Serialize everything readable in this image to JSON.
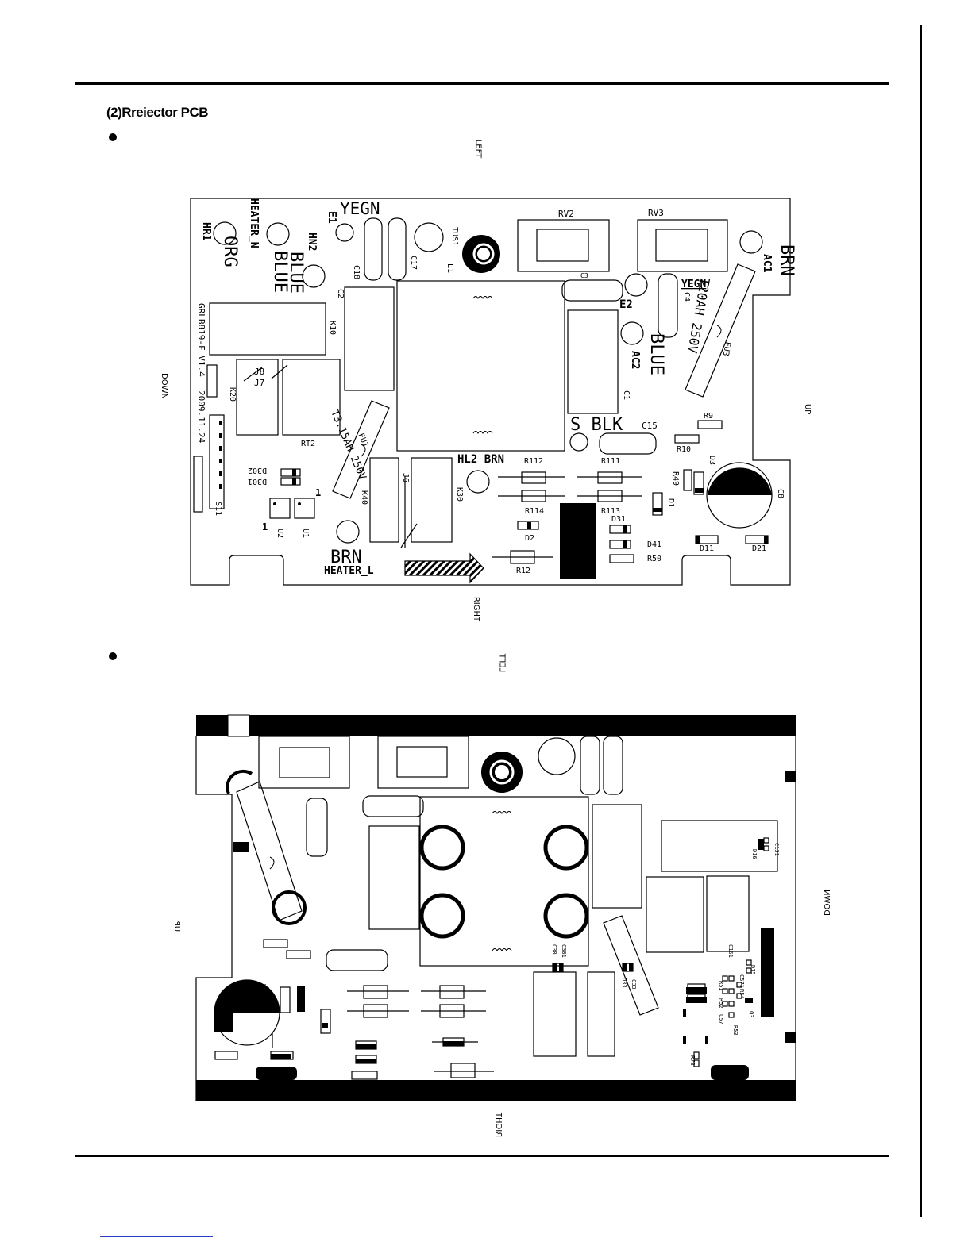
{
  "section_title": "(2)Rreiector PCB",
  "pcb1": {
    "edges": {
      "left": "LEFT",
      "right": "RIGHT",
      "up": "UP",
      "down": "DOWN"
    },
    "labels": {
      "yegn_top": "YEGN",
      "e1": "E1",
      "heater_n": "HEATER_N",
      "hr1": "HR1",
      "org": "ORG",
      "hn2": "HN2",
      "blue1": "BLUE",
      "blue2": "BLUE",
      "c18": "C18",
      "c17": "C17",
      "tus1": "TUS1",
      "l1": "L1",
      "rv2": "RV2",
      "rv3": "RV3",
      "brn_ac1": "BRN",
      "ac1": "AC1",
      "c3": "C3",
      "yegn2": "YEGN",
      "c4": "C4",
      "e2": "E2",
      "fuse3_rating": "T20AH 250V",
      "fu3": "FU3",
      "blue_ac2": "BLUE",
      "ac2": "AC2",
      "c1": "C1",
      "c2": "C2",
      "k10": "K10",
      "model": "GRLB819-F V1.4",
      "date": "2009.11.24",
      "j8": "J8",
      "j7": "J7",
      "k20": "K20",
      "rt2": "RT2",
      "fuse1_rating": "T3.15AH 250V",
      "fu1": "FU1",
      "k40": "K40",
      "j6": "J6",
      "k30": "K30",
      "s_blk": "S BLK",
      "c15": "C15",
      "r9": "R9",
      "r10": "R10",
      "d3": "D3",
      "c8": "C8",
      "r49": "R49",
      "d1": "D1",
      "hl2_brn": "HL2 BRN",
      "r112": "R112",
      "r111": "R111",
      "r114": "R114",
      "r113": "R113",
      "d31": "D31",
      "d2": "D2",
      "d41": "D41",
      "r50": "R50",
      "r12": "R12",
      "d11": "D11",
      "d21": "D21",
      "d302": "D302",
      "d301": "D301",
      "s11": "S11",
      "u2": "U2",
      "u1": "U1",
      "pin1a": "1",
      "pin1b": "1",
      "brn_heater": "BRN",
      "heater_l": "HEATER_L"
    }
  },
  "pcb2": {
    "edges": {
      "left": "LEFT",
      "right": "RIGHT",
      "up": "UP",
      "down": "DOWN"
    },
    "labels": {
      "d16": "D16",
      "c161": "C161",
      "c131": "C131",
      "d15": "D15",
      "c571": "C571",
      "r51": "R51",
      "r52": "R52",
      "r54": "R54",
      "c57": "C57",
      "q3": "Q3",
      "r53": "R53",
      "r78": "R78",
      "c30": "C30",
      "c301": "C301",
      "d33": "D33",
      "c33": "C33"
    }
  }
}
